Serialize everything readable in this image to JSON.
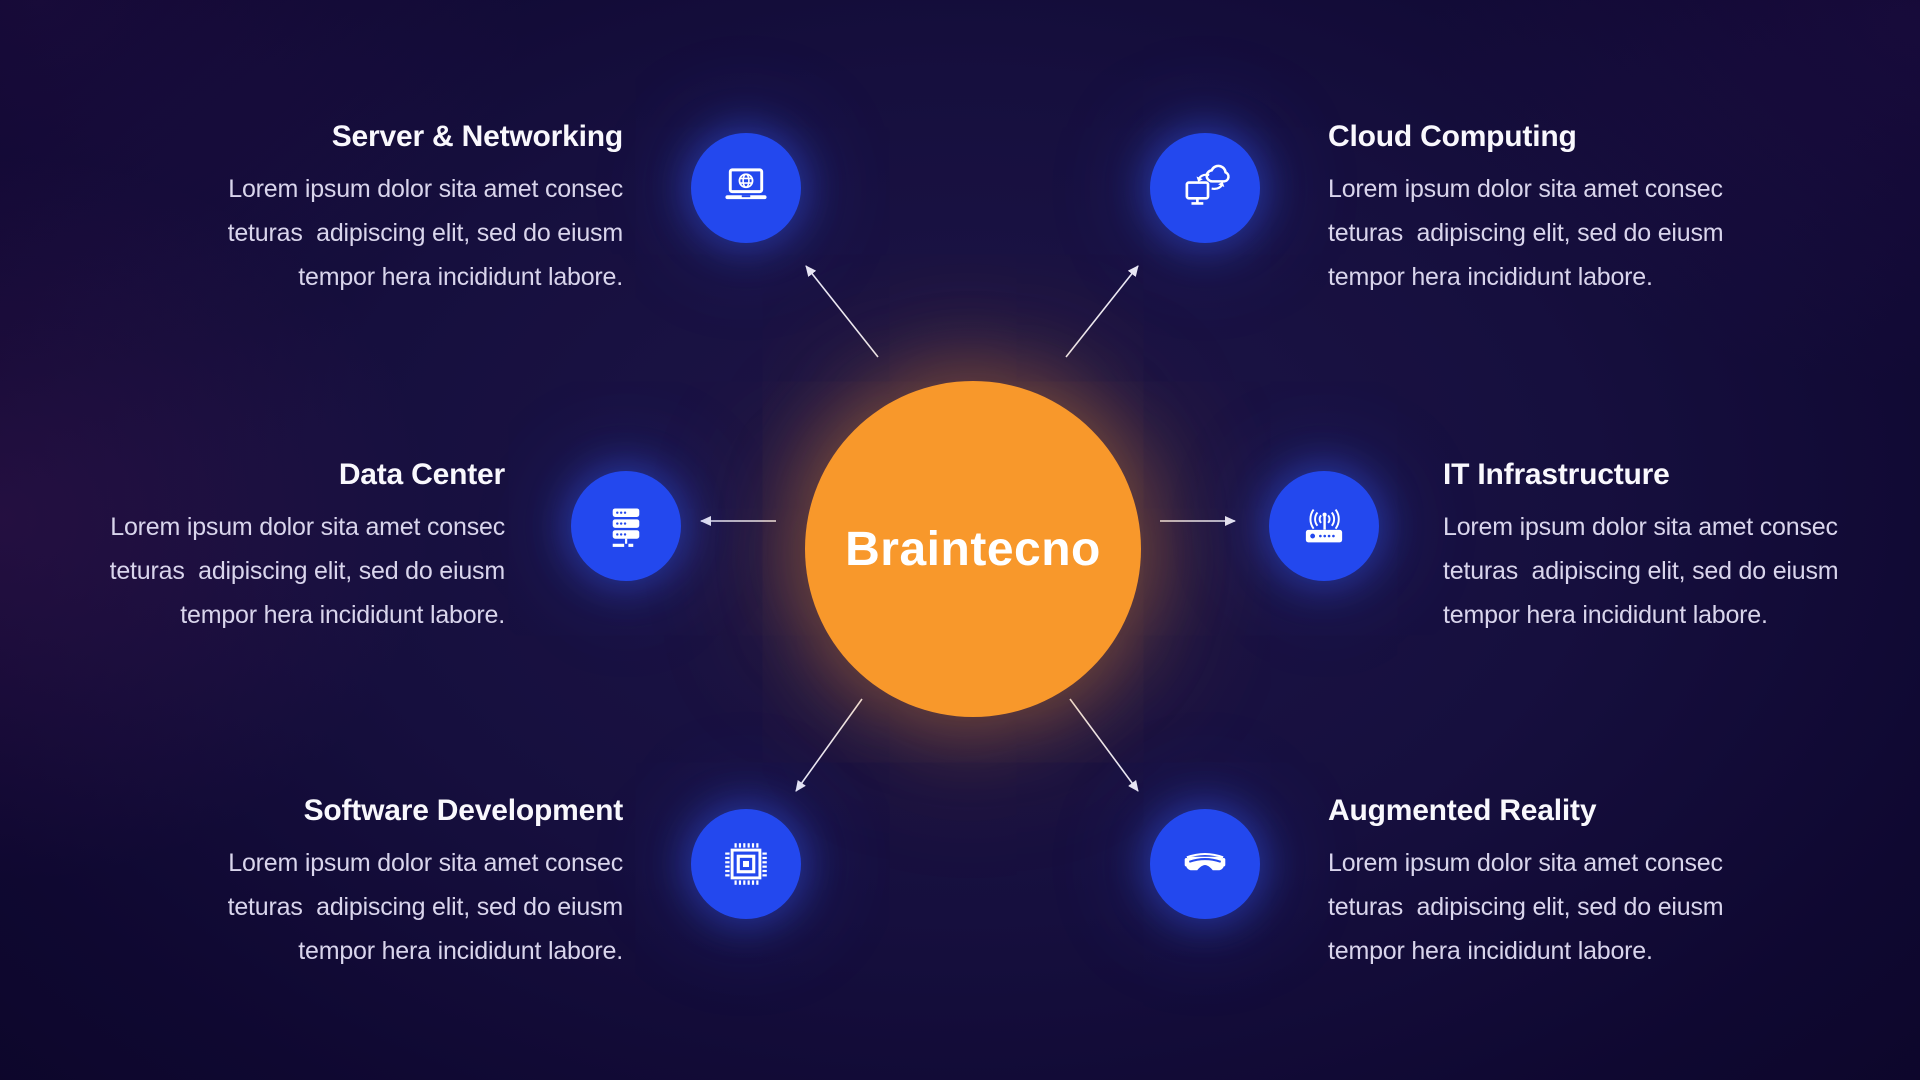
{
  "center": {
    "label": "Braintecno"
  },
  "colors": {
    "hub_orange": "#F8982B",
    "node_blue": "#2348EE",
    "background_dark": "#0B0526",
    "arrow_white": "#EDEBF5",
    "title_text": "#F9F8FD",
    "body_text": "#D9D5EC"
  },
  "nodes": [
    {
      "id": "server-networking",
      "title": "Server & Networking",
      "icon": "laptop-globe-icon",
      "body_lines": [
        "Lorem ipsum dolor sita amet consec",
        "teturas  adipiscing elit, sed do eiusm",
        "tempor hera incididunt labore."
      ]
    },
    {
      "id": "cloud-computing",
      "title": "Cloud Computing",
      "icon": "cloud-sync-icon",
      "body_lines": [
        "Lorem ipsum dolor sita amet consec",
        "teturas  adipiscing elit, sed do eiusm",
        "tempor hera incididunt labore."
      ]
    },
    {
      "id": "data-center",
      "title": "Data Center",
      "icon": "server-rack-icon",
      "body_lines": [
        "Lorem ipsum dolor sita amet consec",
        "teturas  adipiscing elit, sed do eiusm",
        "tempor hera incididunt labore."
      ]
    },
    {
      "id": "it-infrastructure",
      "title": "IT Infrastructure",
      "icon": "wireless-router-icon",
      "body_lines": [
        "Lorem ipsum dolor sita amet consec",
        "teturas  adipiscing elit, sed do eiusm",
        "tempor hera incididunt labore."
      ]
    },
    {
      "id": "software-development",
      "title": "Software Development",
      "icon": "cpu-chip-icon",
      "body_lines": [
        "Lorem ipsum dolor sita amet consec",
        "teturas  adipiscing elit, sed do eiusm",
        "tempor hera incididunt labore."
      ]
    },
    {
      "id": "augmented-reality",
      "title": "Augmented Reality",
      "icon": "ar-goggles-icon",
      "body_lines": [
        "Lorem ipsum dolor sita amet consec",
        "teturas  adipiscing elit, sed do eiusm",
        "tempor hera incididunt labore."
      ]
    }
  ]
}
